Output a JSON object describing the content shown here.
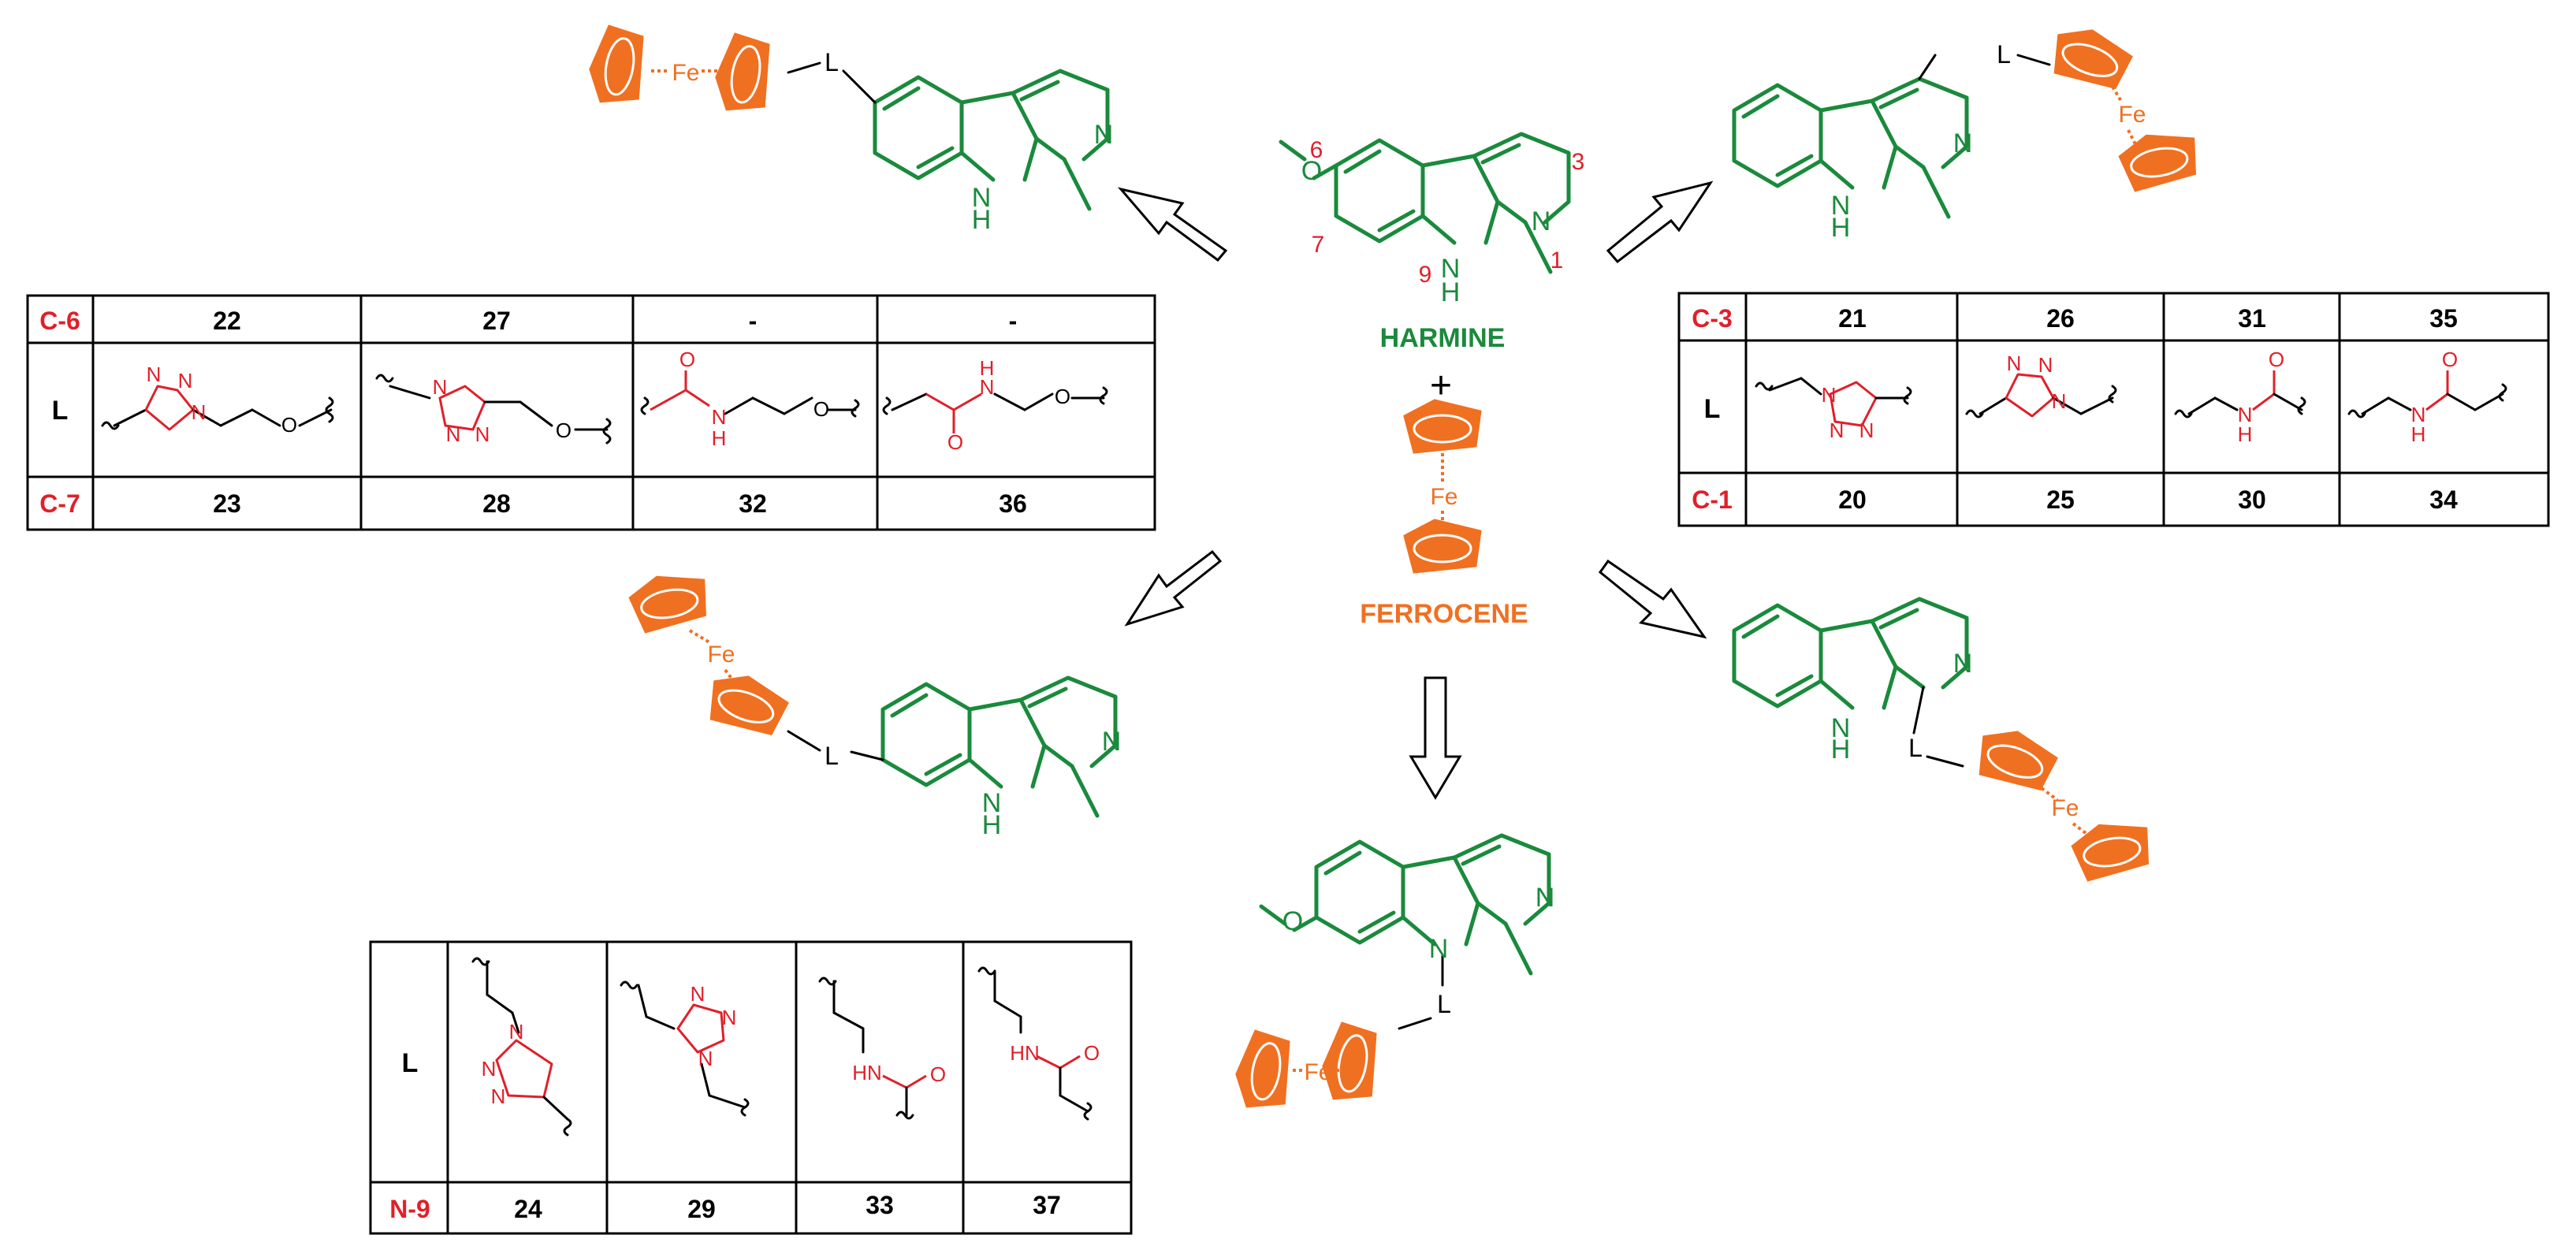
{
  "harmine": {
    "name": "HARMINE",
    "positions": {
      "p6": "6",
      "p7": "7",
      "p3": "3",
      "p1": "1",
      "p9": "9"
    },
    "atoms": {
      "n": "N",
      "nh": "N",
      "h": "H"
    }
  },
  "plus": "+",
  "ferrocene": {
    "name": "FERROCENE",
    "fe": "Fe"
  },
  "linker": "L",
  "fe": "Fe",
  "nitrogen": "N",
  "nh": "NH",
  "oxygen": "O",
  "hn": "HN",
  "n_atom": "N",
  "h_atom": "H",
  "table_c6_c7": {
    "top_label": "C-6",
    "mid_label": "L",
    "bottom_label": "C-7",
    "top_values": [
      "22",
      "27",
      "-",
      "-"
    ],
    "bottom_values": [
      "23",
      "28",
      "32",
      "36"
    ]
  },
  "table_c3_c1": {
    "top_label": "C-3",
    "mid_label": "L",
    "bottom_label": "C-1",
    "top_values": [
      "21",
      "26",
      "31",
      "35"
    ],
    "bottom_values": [
      "20",
      "25",
      "30",
      "34"
    ]
  },
  "table_n9": {
    "mid_label": "L",
    "bottom_label": "N-9",
    "values": [
      "24",
      "29",
      "33",
      "37"
    ]
  },
  "colors": {
    "green": "#1a8a3c",
    "orange": "#f07021",
    "red": "#e0202a",
    "black": "#000000"
  }
}
